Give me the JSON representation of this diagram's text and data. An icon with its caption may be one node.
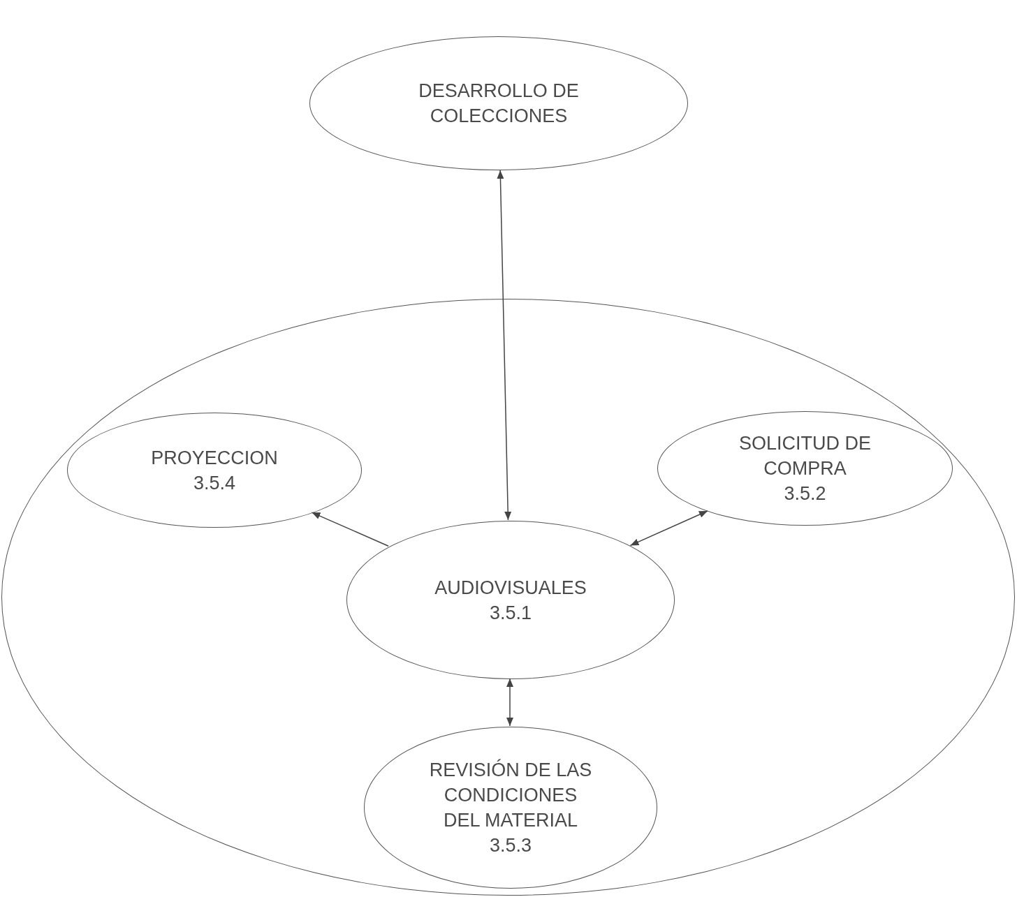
{
  "diagram": {
    "nodes": [
      {
        "text": [
          "DESARROLLO DE COLECCIONES"
        ]
      },
      {
        "text": [],
        "shape": "ellipse"
      },
      {
        "text": [
          "PROYECCION",
          "3.5.4"
        ],
        "in": 1
      },
      {
        "text": [
          "SOLICITUD DE COMPRA",
          "3.5.2"
        ],
        "in": 1
      },
      {
        "text": [
          "AUDIOVISUALES",
          "3.5.1"
        ],
        "in": 1
      },
      {
        "text": [
          "REVISIÓN DE LAS CONDICIONES DEL MATERIAL",
          "3.5.3"
        ],
        "in": 1
      }
    ],
    "edges": [
      {
        "from": 0,
        "to": 4,
        "arrow": "both"
      },
      {
        "from": 4,
        "to": 2,
        "arrow": "to"
      },
      {
        "from": 4,
        "to": 3,
        "arrow": "both"
      },
      {
        "from": 4,
        "to": 5,
        "arrow": "both"
      }
    ]
  }
}
